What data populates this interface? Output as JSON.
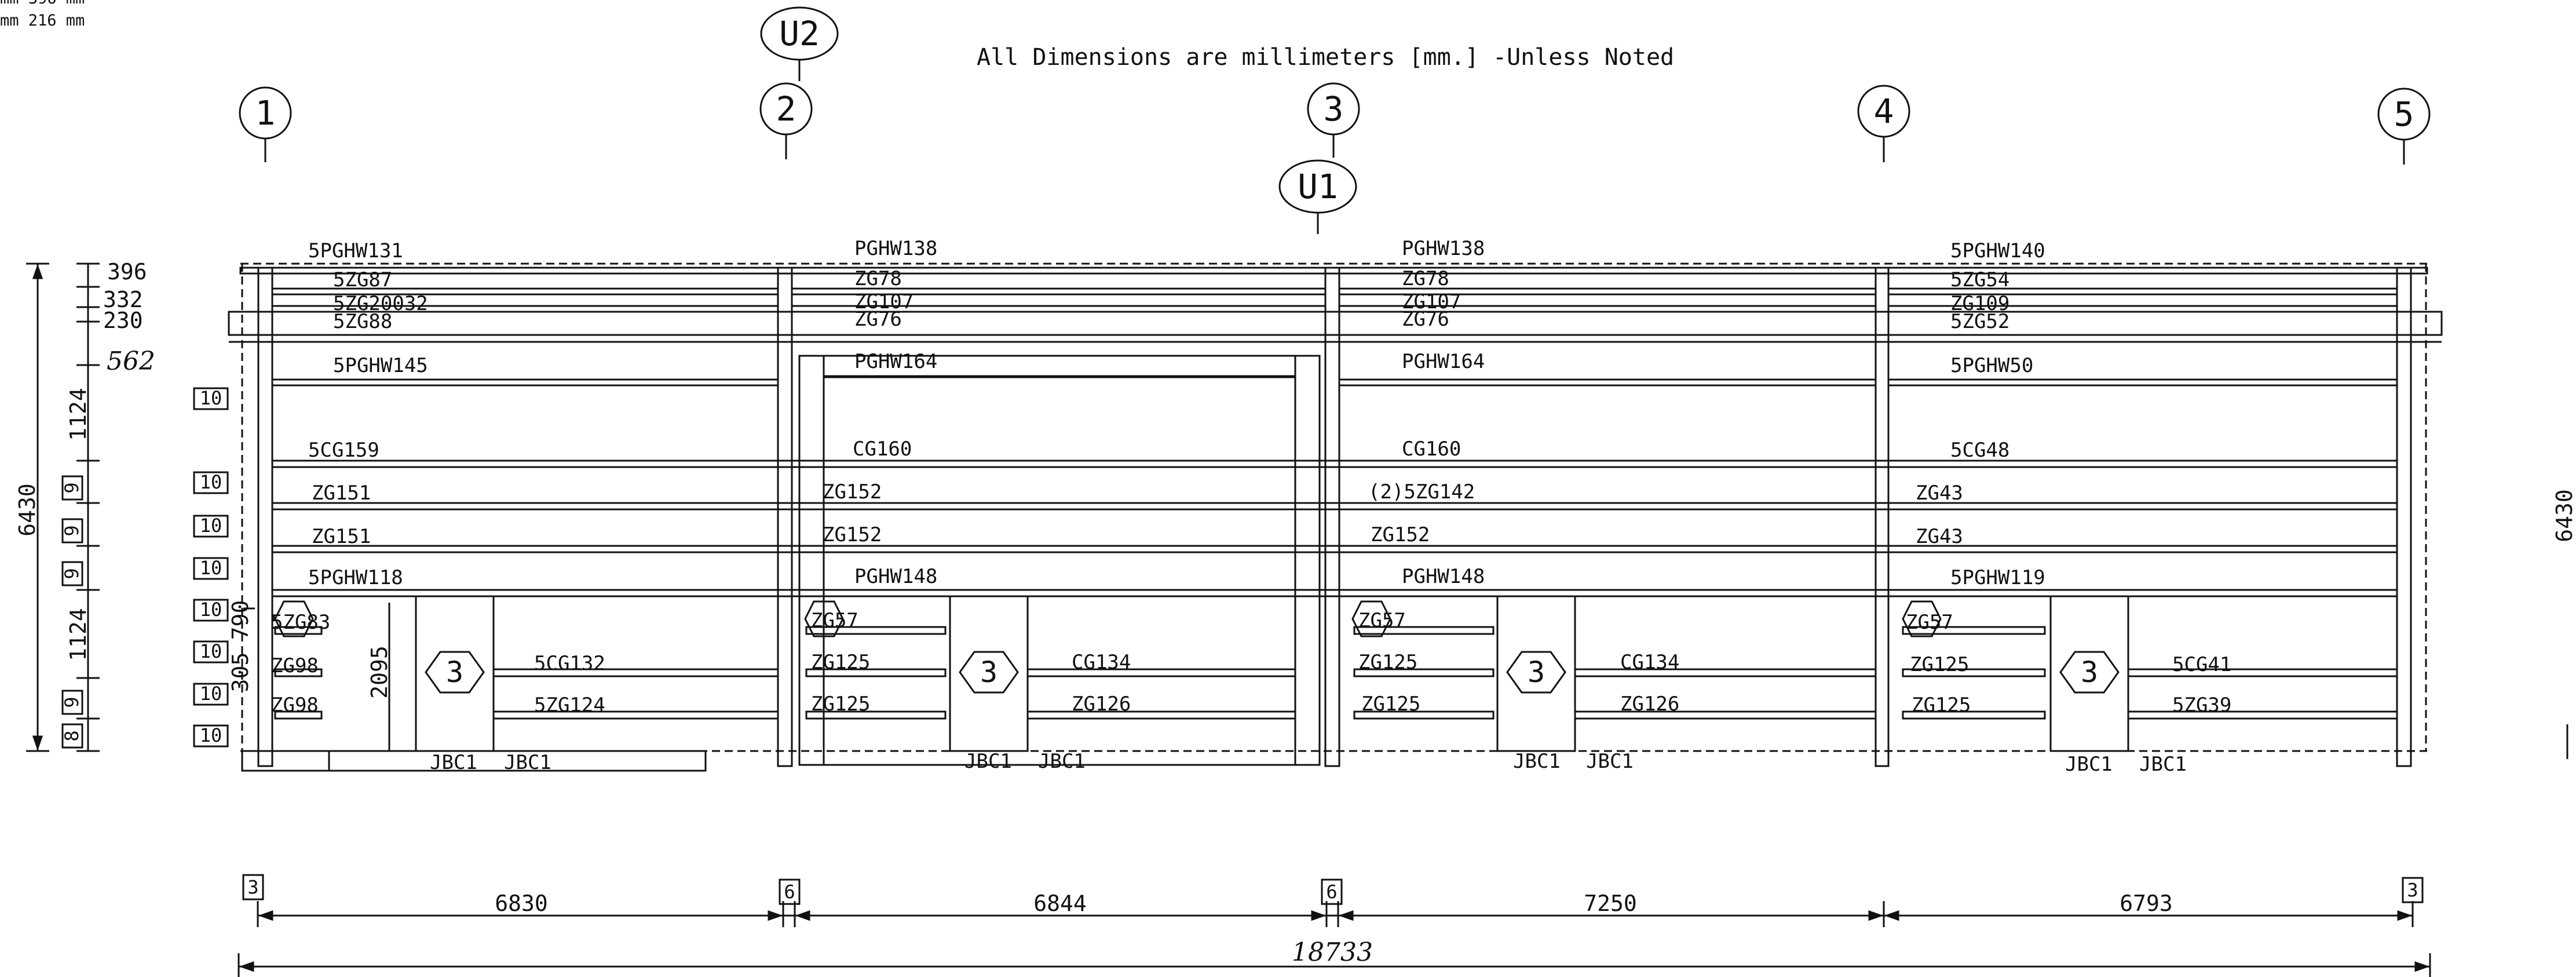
{
  "header": {
    "corner_line1": "mm  396 mm",
    "corner_line2": "mm  216 mm",
    "note": "All Dimensions are millimeters [mm.] -Unless Noted"
  },
  "grid_labels": [
    "1",
    "2",
    "3",
    "4",
    "5"
  ],
  "upper_labels": [
    "U2",
    "U1"
  ],
  "members": {
    "bay1": [
      "5PGHW131",
      "5ZG87",
      "5ZG20032",
      "5ZG88",
      "5PGHW145",
      "5CG159",
      "ZG151",
      "ZG151",
      "5PGHW118",
      "5ZG83",
      "ZG98",
      "ZG98",
      "5CG132",
      "5ZG124",
      "JBC1",
      "JBC1"
    ],
    "bay2": [
      "PGHW138",
      "ZG78",
      "ZG107",
      "ZG76",
      "PGHW164",
      "CG160",
      "ZG152",
      "ZG152",
      "PGHW148",
      "ZG57",
      "ZG125",
      "ZG125",
      "CG134",
      "ZG126",
      "JBC1",
      "JBC1"
    ],
    "bay3": [
      "PGHW138",
      "ZG78",
      "ZG107",
      "ZG76",
      "PGHW164",
      "CG160",
      "(2)5ZG142",
      "ZG152",
      "PGHW148",
      "ZG57",
      "ZG125",
      "ZG125",
      "CG134",
      "ZG126",
      "JBC1",
      "JBC1"
    ],
    "bay4": [
      "5PGHW140",
      "5ZG54",
      "ZG109",
      "5ZG52",
      "5PGHW50",
      "5CG48",
      "ZG43",
      "ZG43",
      "5PGHW119",
      "ZG57",
      "ZG125",
      "ZG125",
      "5CG41",
      "5ZG39",
      "JBC1",
      "JBC1"
    ]
  },
  "door_marks": [
    "3",
    "3",
    "3",
    "3"
  ],
  "left_dims": {
    "total": "6430",
    "top_stack": [
      "396",
      "332",
      "230",
      "562"
    ],
    "segments": [
      "1124",
      "1124",
      "305"
    ],
    "door_dims": [
      "790",
      "2095"
    ],
    "boxes_small": [
      "9",
      "9",
      "9",
      "9",
      "8"
    ],
    "boxes_ten": [
      "10",
      "10",
      "10",
      "10",
      "10",
      "10",
      "10",
      "10"
    ]
  },
  "right_dim": "6430",
  "bottom_dims": {
    "bays": [
      "6830",
      "6844",
      "7250",
      "6793"
    ],
    "total": "18733",
    "small_boxes": [
      "3",
      "6",
      "6",
      "3"
    ]
  }
}
